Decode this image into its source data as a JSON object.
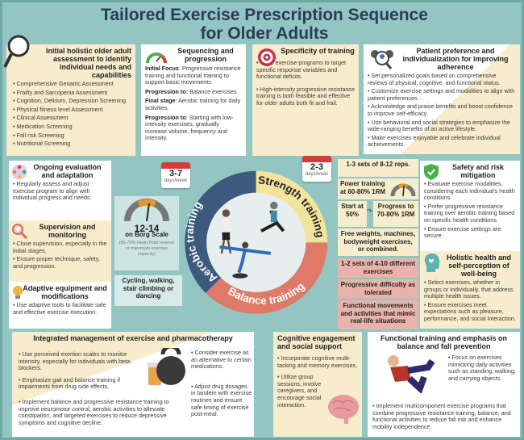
{
  "title": {
    "line1": "Tailored Exercise Prescription Sequence",
    "line2": "for Older Adults"
  },
  "assessment": {
    "title": "Initial holistic older adult assessment to identify individual needs and capabilities",
    "items": [
      "Comprehensive Geriatric Assessment",
      "Frailty and Sarcopenia Assessment",
      "Cognition, Delirium, Depression Screening",
      "Physical fitness level Assessment",
      "Clinical Assessment",
      "Medication Screening",
      "Fall risk Screening",
      "Nutritional Screening"
    ]
  },
  "sequencing": {
    "title": "Sequencing and progression",
    "items": [
      {
        "label": "Initial Focus",
        "text": ": Progressive resistance training and functional training to support basic movements."
      },
      {
        "label": "Progression to:",
        "text": " Balance exercises."
      },
      {
        "label": "Final stage",
        "text": ": Aerobic training for daily activities."
      },
      {
        "label": "Progression to",
        "text": ": Starting with low-intensity exercises, gradually increase volume, frequency and intensity."
      }
    ]
  },
  "specificity": {
    "title": "Specificity of training",
    "items": [
      "Tailor exercise programs to target specific response variables and functional deficits.",
      "High-intensity progressive resistance training is both feasible and effective for older adults both fit and frail."
    ]
  },
  "preference": {
    "title": "Patient preference and individualization for improving adherence",
    "items": [
      "Set personalized goals based on comprehensive reviews of physical, cognitive, and functional status.",
      "Customize exercise settings and modalities to align with patient preferences.",
      "Acknowledge and praise benefits and boost confidence to improve self-efficacy.",
      "Use behavioral and social strategies to emphasize the wide-ranging benefits of an active lifestyle.",
      "Make exercises enjoyable and celebrate individual achievements."
    ]
  },
  "ongoing": {
    "title": "Ongoing evaluation and adaptation",
    "items": [
      "Regularly assess and adjust exercise program to align with individual progress and needs."
    ]
  },
  "supervision": {
    "title": "Supervision and monitoring",
    "items": [
      "Close supervision, especially in the initial stages.",
      "Ensure proper technique, safety, and progression."
    ]
  },
  "adaptive": {
    "title": "Adaptive equipment and modifications",
    "items": [
      "Use adaptive tools to facilitate safe and effective exercise execution."
    ]
  },
  "aerobic": {
    "label": "Aerobic training",
    "days": "3-7",
    "days_unit": "days/week",
    "borg_value": "12-14",
    "borg_label": "on Borg Scale",
    "borg_note": "(55-70% Heart Rate reserve or maximum exercise capacity)",
    "activities": "Cycling, walking, stair climbing or dancing"
  },
  "strength": {
    "label": "Strength training",
    "days": "2-3",
    "days_unit": "days/week",
    "sets": "1-3 sets of 8-12 reps.",
    "power": "Power training at 60-80% 1RM",
    "start": "Start at 50%",
    "progress": "Progress to 70-80% 1RM",
    "equipment": "Free weights, machines, bodyweight exercises, or combined."
  },
  "balance": {
    "label": "Balance training",
    "sets": "1-2 sets of 4-10 different exercises",
    "difficulty": "Progressive difficulty as tolerated",
    "functional": "Functional movements and activities that mimic real-life situations"
  },
  "safety": {
    "title": "Safety and risk mitigation",
    "items": [
      "Evaluate exercise modalities, considering each individual's health conditions.",
      "Prefer progressive resistance training over aerobic training based on specific health conditions.",
      "Ensure exercise settings are secure."
    ]
  },
  "holistic": {
    "title": "Holistic health and self-perception of well-being",
    "items": [
      "Select exercises, whether in groups or individually, that address multiple health issues.",
      "Ensure exercises meet expectations such as pleasure, performance, and social interaction."
    ]
  },
  "pharma": {
    "title": "Integrated management of exercise and pharmacotherapy",
    "left": [
      "Use perceived exertion scales to monitor intensity, especially for individuals with beta-blockers.",
      "Emphasize gait and balance training if impairments from drug side effects.",
      "Implement balance and progressive resistance training to improve neuromotor control, aerobic activities to alleviate constipation, and targeted exercises to reduce depressive symptoms and cognitive decline."
    ],
    "right": [
      "Consider exercise as an alternative to certain medications.",
      "Adjust drug dosages in tandem with exercise routines and ensure safe timing of exercise post-meal."
    ]
  },
  "cognitive": {
    "title": "Cognitive engagement and social support",
    "items": [
      "Incorporate cognitive multi-tasking and memory exercises.",
      "Utilize group sessions, involve caregivers, and encourage social interaction."
    ]
  },
  "functional": {
    "title": "Functional training and emphasis on balance and fall prevention",
    "items": [
      "Focus on exercises mimicking daily activities such as standing, walking, and carrying objects.",
      "Implement multicomponent exercise programs that combine progressive resistance training, balance, and functional activities to reduce fall risk and enhance mobility independence."
    ]
  },
  "colors": {
    "aerobic": "#3d5a7c",
    "strength": "#f4e39c",
    "balance": "#e07a68",
    "bg": "#93c6c3",
    "cream": "#f7eccb"
  }
}
